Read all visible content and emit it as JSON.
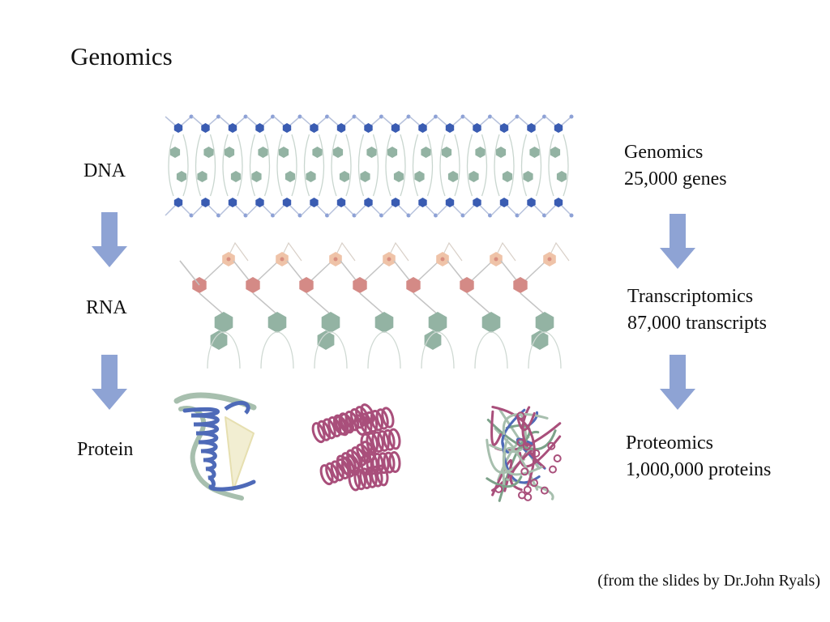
{
  "title": "Genomics",
  "left_labels": {
    "dna": "DNA",
    "rna": "RNA",
    "protein": "Protein"
  },
  "right_labels": {
    "genomics": {
      "name": "Genomics",
      "count": "25,000 genes"
    },
    "transcriptomics": {
      "name": "Transcriptomics",
      "count": "87,000 transcripts"
    },
    "proteomics": {
      "name": "Proteomics",
      "count": "1,000,000 proteins"
    }
  },
  "credit": "(from the slides by Dr.John Ryals)",
  "colors": {
    "arrow": "#8ea3d4",
    "dna_backbone": "#3a5cb2",
    "dna_base": "#93b3a3",
    "rna_top": "#efc3a8",
    "rna_mid": "#d48a86",
    "rna_base": "#93b3a3",
    "protein_blue": "#4e6ab8",
    "protein_magenta": "#a94f7b",
    "protein_grey": "#a7bfae"
  },
  "icons": [
    "down-arrow-icon",
    "dna-helix",
    "rna-strand",
    "protein-structure"
  ]
}
